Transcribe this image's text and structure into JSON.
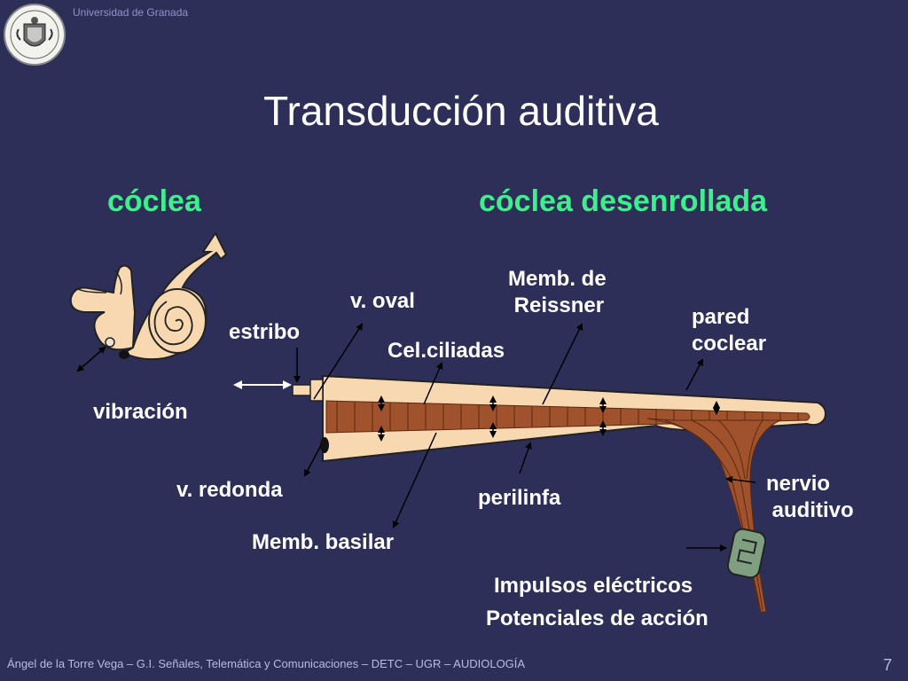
{
  "header": {
    "university": "Universidad de Granada"
  },
  "slide": {
    "title": "Transducción auditiva",
    "heading_left": "cóclea",
    "heading_right": "cóclea desenrollada"
  },
  "labels": {
    "estribo": "estribo",
    "v_oval": "v. oval",
    "memb_reissner": "Memb. de\n Reissner",
    "pared_coclear": "pared\ncoclear",
    "cel_ciliadas": "Cel.ciliadas",
    "vibracion": "vibración",
    "v_redonda": "v. redonda",
    "perilinfa": "perilinfa",
    "nervio_auditivo": "nervio\n auditivo",
    "memb_basilar": "Memb. basilar",
    "impulsos": "Impulsos eléctricos",
    "potenciales": "Potenciales de acción"
  },
  "footer": {
    "text": "Ángel de la Torre Vega – G.I. Señales, Telemática y Comunicaciones – DETC – UGR – AUDIOLOGÍA",
    "page": "7"
  },
  "colors": {
    "background": "#2e2f58",
    "heading": "#3ef08c",
    "cochlea_fill": "#f8d8b0",
    "membrane": "#a0522d"
  }
}
